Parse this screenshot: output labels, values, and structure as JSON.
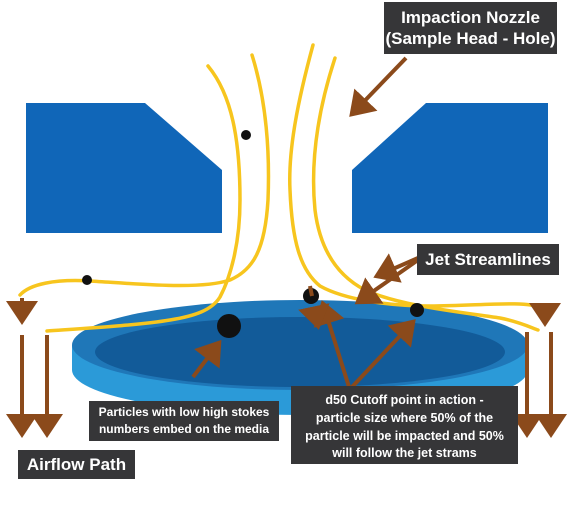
{
  "labels": {
    "impaction_nozzle": [
      "Impaction Nozzle",
      "(Sample Head - Hole)"
    ],
    "jet_streamlines": "Jet Streamlines",
    "particles_embed": [
      "Particles with low high stokes",
      "numbers embed on the media"
    ],
    "d50_cutoff": [
      "d50 Cutoff point in action -",
      "particle size where 50% of the",
      "particle will be impacted and 50%",
      "will follow the jet strams"
    ],
    "airflow_path": "Airflow Path"
  },
  "colors": {
    "nozzle": "#1066b8",
    "media_rim": "#2b9ad8",
    "media_top": "#1f77b8",
    "media_inner": "#125b99",
    "streamline": "#f7c51e",
    "arrow": "#8b4a1b",
    "particle": "#111111",
    "label_bg": "#363638",
    "label_text": "#ffffff"
  }
}
